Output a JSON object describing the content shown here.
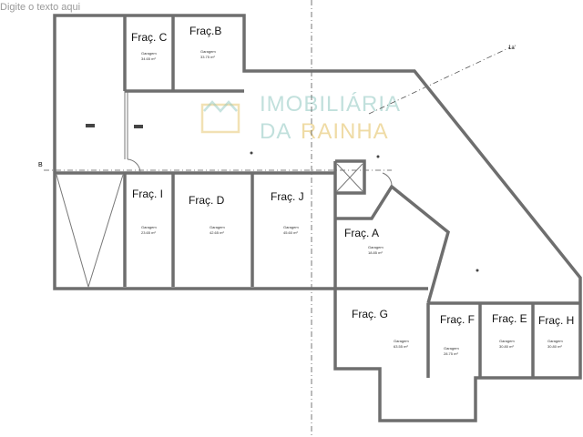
{
  "header_hint": "Digite o texto aqui",
  "axis_labels": {
    "left": "B",
    "top_right": "1a'"
  },
  "watermark": {
    "line1": "IMOBILIÁRIA",
    "line2_a": "DA",
    "line2_b": "RAINHA",
    "colors": {
      "teal": "#8fc7c0",
      "gold": "#e6c46a"
    }
  },
  "units": [
    {
      "name": "Fraç. C",
      "use": "Garagem",
      "area": "34.65 m²"
    },
    {
      "name": "Fraç.B",
      "use": "Garagem",
      "area": "33.75 m²"
    },
    {
      "name": "Fraç. I",
      "use": "Garagem",
      "area": "23.65 m²"
    },
    {
      "name": "Fraç. D",
      "use": "Garagem",
      "area": "42.65 m²"
    },
    {
      "name": "Fraç. J",
      "use": "Garagem",
      "area": "45.60 m²"
    },
    {
      "name": "Fraç. A",
      "use": "Garagem",
      "area": "18.85 m²"
    },
    {
      "name": "Fraç. G",
      "use": "Garagem",
      "area": "63.55 m²"
    },
    {
      "name": "Fraç. F",
      "use": "Garagem",
      "area": "28.75 m²"
    },
    {
      "name": "Fraç. E",
      "use": "Garagem",
      "area": "30.80 m²"
    },
    {
      "name": "Fraç. H",
      "use": "Garagem",
      "area": "30.80 m²"
    }
  ]
}
